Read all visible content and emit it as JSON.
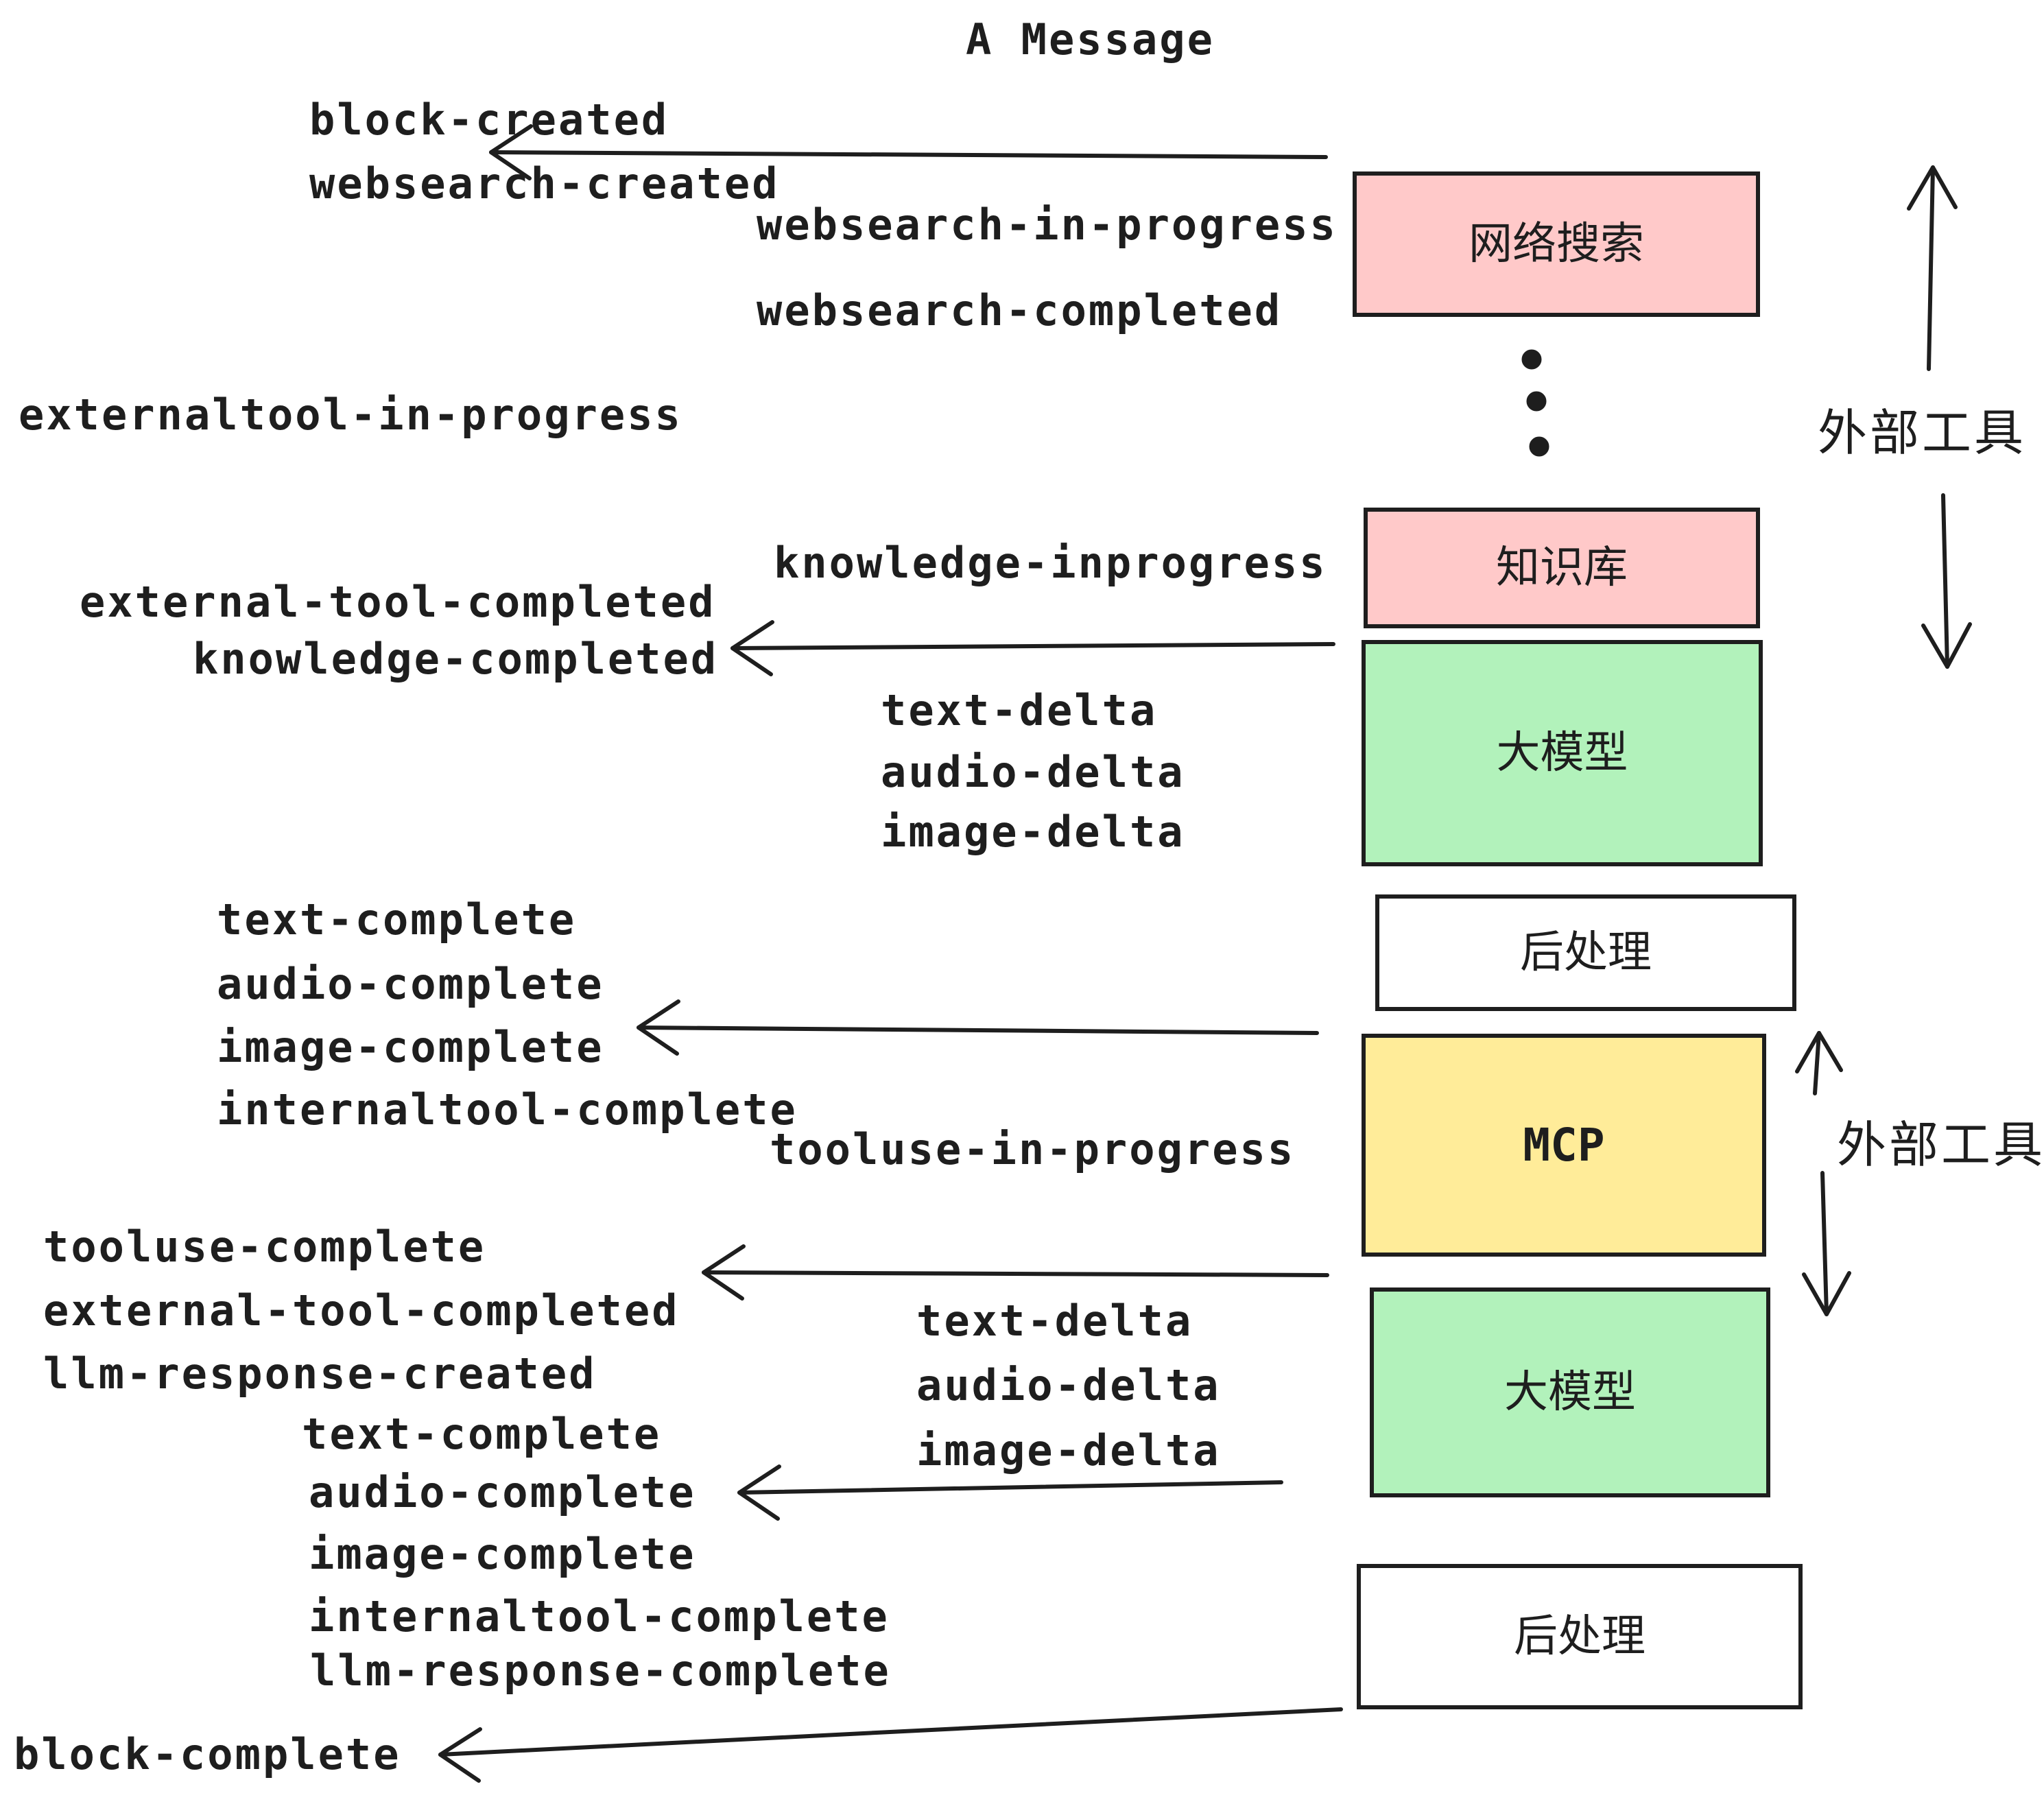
{
  "title": {
    "text": "A Message"
  },
  "colors": {
    "stroke": "#1e1e1e",
    "box_pink": "#ffc9c9",
    "box_green": "#b2f2bb",
    "box_yellow": "#ffec99",
    "box_white": "#ffffff",
    "background": "#ffffff"
  },
  "boxes": {
    "websearch": {
      "label": "网络搜索",
      "fill": "pink"
    },
    "knowledge": {
      "label": "知识库",
      "fill": "pink"
    },
    "llm_top": {
      "label": "大模型",
      "fill": "green"
    },
    "postprocess_top": {
      "label": "后处理",
      "fill": "white"
    },
    "mcp": {
      "label": "MCP",
      "fill": "yellow"
    },
    "llm_bottom": {
      "label": "大模型",
      "fill": "green"
    },
    "postprocess_bottom": {
      "label": "后处理",
      "fill": "white"
    }
  },
  "side_labels": {
    "external_tools_top": {
      "label": "外部工具"
    },
    "external_tools_bottom": {
      "label": "外部工具"
    }
  },
  "events": {
    "block_created": "block-created",
    "websearch_created": "websearch-created",
    "websearch_in_progress": "websearch-in-progress",
    "websearch_completed": "websearch-completed",
    "externaltool_in_progress": "externaltool-in-progress",
    "knowledge_inprogress": "knowledge-inprogress",
    "external_tool_completed_1": "external-tool-completed",
    "knowledge_completed": "knowledge-completed",
    "text_delta_1": "text-delta",
    "audio_delta_1": "audio-delta",
    "image_delta_1": "image-delta",
    "text_complete_1": "text-complete",
    "audio_complete_1": "audio-complete",
    "image_complete_1": "image-complete",
    "internaltool_complete_1": "internaltool-complete",
    "tooluse_in_progress": "tooluse-in-progress",
    "tooluse_complete": "tooluse-complete",
    "external_tool_completed_2": "external-tool-completed",
    "llm_response_created": "llm-response-created",
    "text_complete_2": "text-complete",
    "text_delta_2": "text-delta",
    "audio_delta_2": "audio-delta",
    "image_delta_2": "image-delta",
    "audio_complete_2": "audio-complete",
    "image_complete_2": "image-complete",
    "internaltool_complete_2": "internaltool-complete",
    "llm_response_complete": "llm-response-complete",
    "block_complete": "block-complete"
  }
}
